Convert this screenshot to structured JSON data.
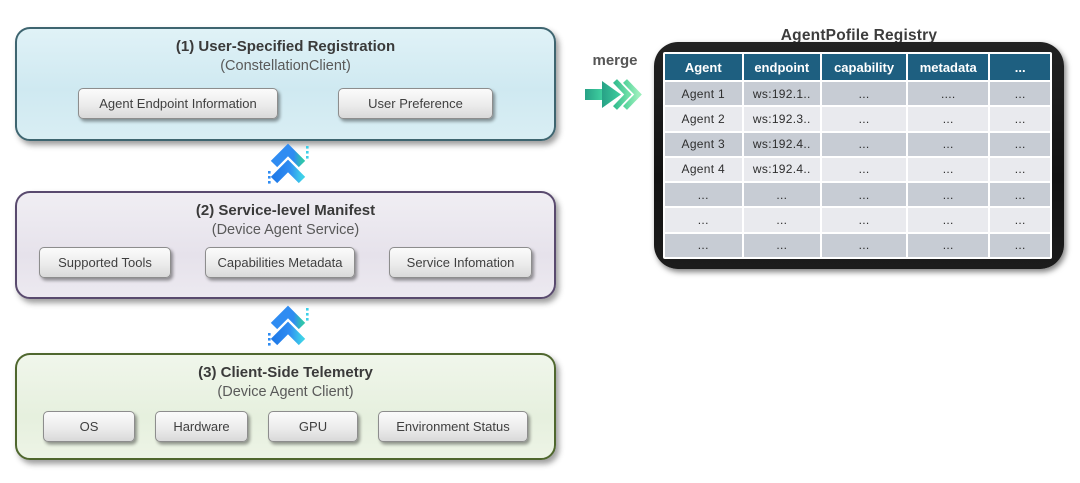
{
  "stages": [
    {
      "title": "(1) User-Specified Registration",
      "subtitle": "(ConstellationClient)",
      "chips": [
        "Agent Endpoint Information",
        "User Preference"
      ],
      "fill": "#d3eaf2",
      "border": "#3e6570"
    },
    {
      "title": "(2) Service-level Manifest",
      "subtitle": "(Device Agent Service)",
      "chips": [
        "Supported Tools",
        "Capabilities Metadata",
        "Service Infomation"
      ],
      "fill": "#e9e6ee",
      "border": "#594a6e"
    },
    {
      "title": "(3) Client-Side Telemetry",
      "subtitle": "(Device Agent Client)",
      "chips": [
        "OS",
        "Hardware",
        "GPU",
        "Environment Status"
      ],
      "fill": "#eaf2e2",
      "border": "#4f672e"
    }
  ],
  "connectors": {
    "icon": "double-chevron-up",
    "blue": "#2f8cf2",
    "cyan": "#3ed0e8",
    "teal": "#2fc4ad"
  },
  "merge": {
    "label": "merge",
    "arrow_solid": "#2fb792",
    "arrow_chevron": "#4ed29b",
    "arrow_chevron_light": "#8ce8b4"
  },
  "registry": {
    "title": "AgentPofile Registry",
    "header_bg": "#1e5f80",
    "columns": [
      "Agent",
      "endpoint",
      "capability",
      "metadata",
      "..."
    ],
    "rows": [
      [
        "Agent 1",
        "ws:192.1..",
        "...",
        "....",
        "..."
      ],
      [
        "Agent 2",
        "ws:192.3..",
        "...",
        "...",
        "..."
      ],
      [
        "Agent 3",
        "ws:192.4..",
        "...",
        "...",
        "..."
      ],
      [
        "Agent 4",
        "ws:192.4..",
        "...",
        "...",
        "..."
      ],
      [
        "...",
        "...",
        "...",
        "...",
        "..."
      ],
      [
        "...",
        "...",
        "...",
        "...",
        "..."
      ],
      [
        "...",
        "...",
        "...",
        "...",
        "..."
      ]
    ]
  }
}
